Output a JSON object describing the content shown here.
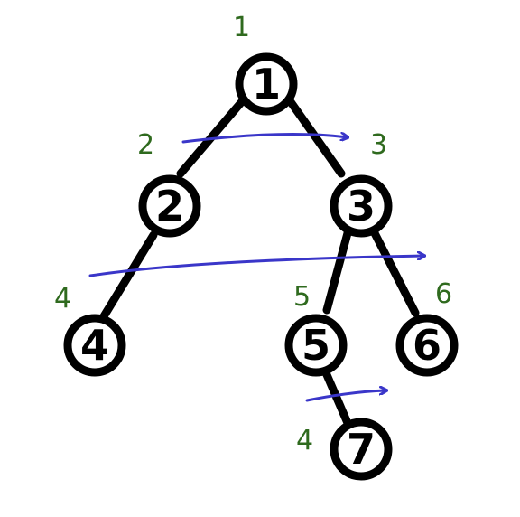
{
  "colors": {
    "background": "#ffffff",
    "node_stroke": "#000000",
    "edge": "#000000",
    "order_label": "#2f6a1e",
    "traversal_arrow": "#3a36c9"
  },
  "tree": {
    "nodes": [
      {
        "id": "1",
        "label": "1"
      },
      {
        "id": "2",
        "label": "2"
      },
      {
        "id": "3",
        "label": "3"
      },
      {
        "id": "4",
        "label": "4"
      },
      {
        "id": "5",
        "label": "5"
      },
      {
        "id": "6",
        "label": "6"
      },
      {
        "id": "7",
        "label": "7"
      }
    ],
    "edges": [
      [
        "1",
        "2"
      ],
      [
        "1",
        "3"
      ],
      [
        "2",
        "4"
      ],
      [
        "3",
        "5"
      ],
      [
        "3",
        "6"
      ],
      [
        "5",
        "7"
      ]
    ]
  },
  "order_labels": {
    "level_0": "1",
    "level_1_left": "2",
    "level_1_right": "3",
    "level_2_left": "4",
    "level_2_right": "6",
    "level_2_mid": "5",
    "level_3_left": "4"
  }
}
